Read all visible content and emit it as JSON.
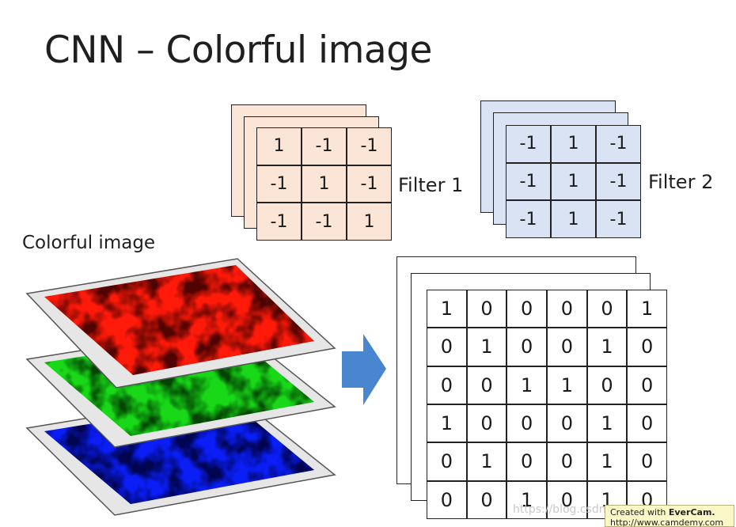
{
  "title": "CNN – Colorful image",
  "filter1": {
    "label": "Filter 1",
    "values": [
      [
        "1",
        "-1",
        "-1"
      ],
      [
        "-1",
        "1",
        "-1"
      ],
      [
        "-1",
        "-1",
        "1"
      ]
    ]
  },
  "filter2": {
    "label": "Filter 2",
    "values": [
      [
        "-1",
        "1",
        "-1"
      ],
      [
        "-1",
        "1",
        "-1"
      ],
      [
        "-1",
        "1",
        "-1"
      ]
    ]
  },
  "image_label": "Colorful image",
  "input_matrix": [
    [
      "1",
      "0",
      "0",
      "0",
      "0",
      "1"
    ],
    [
      "0",
      "1",
      "0",
      "0",
      "1",
      "0"
    ],
    [
      "0",
      "0",
      "1",
      "1",
      "0",
      "0"
    ],
    [
      "1",
      "0",
      "0",
      "0",
      "1",
      "0"
    ],
    [
      "0",
      "1",
      "0",
      "0",
      "1",
      "0"
    ],
    [
      "0",
      "0",
      "1",
      "0",
      "1",
      "0"
    ]
  ],
  "colors": {
    "red": "#ff1a0a",
    "green": "#18d818",
    "blue": "#0a1ef5",
    "arrow": "#4a86cf",
    "filter1_bg": "#fbe5d6",
    "filter2_bg": "#dae3f3",
    "one_color": "#1f3dbf"
  },
  "watermark": "https://blog.csdn.net/...",
  "evercam": {
    "line1_prefix": "Created with ",
    "line1_brand": "EverCam.",
    "line2": "http://www.camdemy.com"
  }
}
